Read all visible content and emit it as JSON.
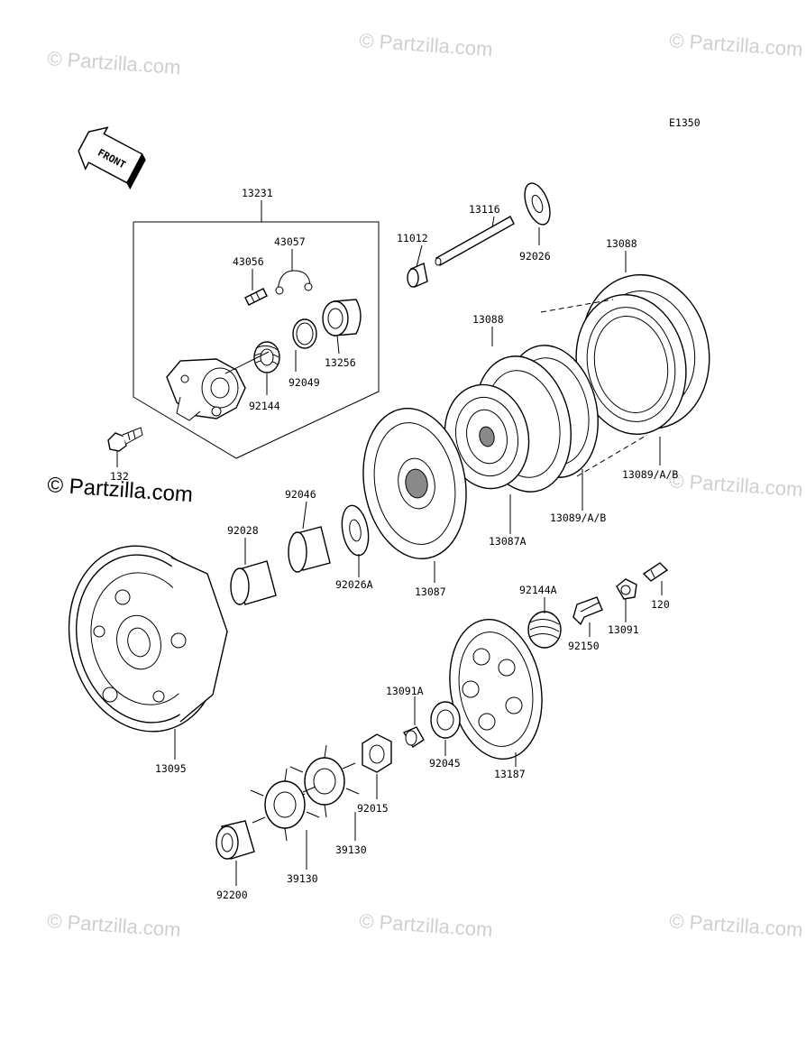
{
  "diagram_code": "E1350",
  "front_label": "FRONT",
  "watermarks": [
    "© Partzilla.com",
    "© Partzilla.com",
    "© Partzilla.com",
    "© Partzilla.com",
    "© Partzilla.com",
    "© Partzilla.com",
    "© Partzilla.com",
    "© Partzilla.com"
  ],
  "part_labels": [
    "13231",
    "43057",
    "43056",
    "11012",
    "13116",
    "92026",
    "13088",
    "13088",
    "13256",
    "92049",
    "92144",
    "132",
    "92046",
    "92028",
    "92026A",
    "13087",
    "13087A",
    "13089/A/B",
    "13089/A/B",
    "92144A",
    "120",
    "13091",
    "92150",
    "13095",
    "13091A",
    "92045",
    "13187",
    "92015",
    "39130",
    "39130",
    "92200"
  ]
}
